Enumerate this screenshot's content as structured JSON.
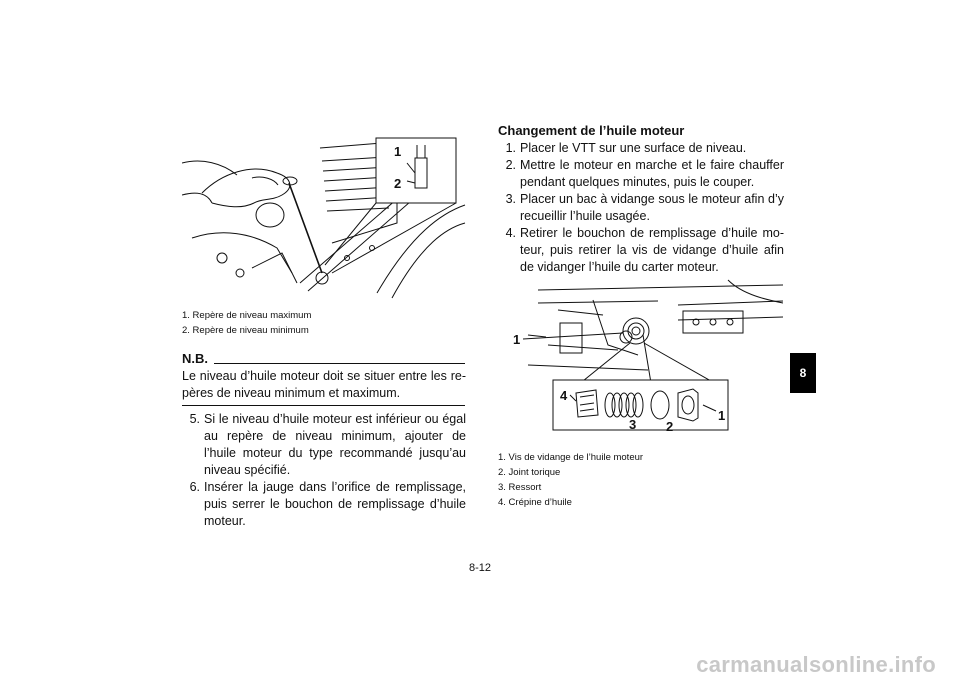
{
  "figure1": {
    "callouts": [
      "1",
      "2"
    ],
    "captions": [
      "1.  Repère de niveau maximum",
      "2.  Repère de niveau minimum"
    ]
  },
  "nb": {
    "title": "N.B.",
    "text": "Le niveau d’huile moteur doit se situer entre les re-pères de niveau minimum et maximum."
  },
  "left_steps": [
    {
      "num": "5.",
      "text": "Si le niveau d’huile moteur est inférieur ou égal au repère de niveau minimum, ajouter de l’huile moteur du type recommandé jusqu’au niveau spécifié."
    },
    {
      "num": "6.",
      "text": "Insérer la jauge dans l’orifice de remplissage, puis serrer le bouchon de remplissage d’huile moteur."
    }
  ],
  "section": {
    "title": "Changement de l’huile moteur",
    "steps": [
      {
        "num": "1.",
        "text": "Placer le VTT sur une surface de niveau."
      },
      {
        "num": "2.",
        "text": "Mettre le moteur en marche et le faire chauffer pendant quelques minutes, puis le couper."
      },
      {
        "num": "3.",
        "text": "Placer un bac à vidange sous le moteur afin d’y recueillir l’huile usagée."
      },
      {
        "num": "4.",
        "text": "Retirer le bouchon de remplissage d’huile mo-teur, puis retirer la vis de vidange d’huile afin de vidanger l’huile du carter moteur."
      }
    ]
  },
  "figure2": {
    "callouts": [
      "1",
      "4",
      "3",
      "2",
      "1"
    ],
    "captions": [
      "1.  Vis de vidange de l’huile moteur",
      "2.  Joint torique",
      "3.  Ressort",
      "4.  Crépine d’huile"
    ]
  },
  "tab_label": "8",
  "page_number": "8-12",
  "watermark": "carmanualsonline.info"
}
